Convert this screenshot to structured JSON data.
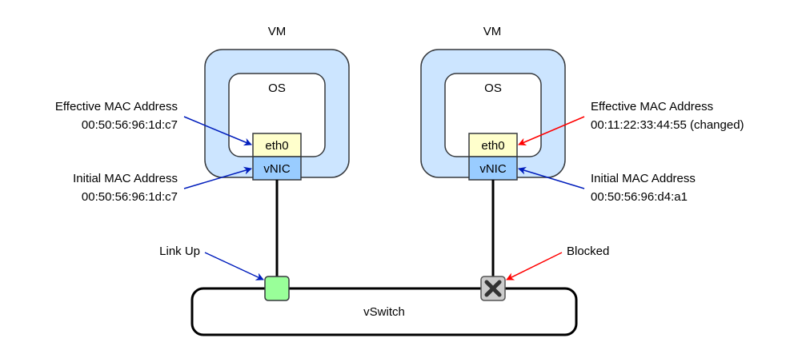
{
  "vms": [
    {
      "vm_label": "VM",
      "os_label": "OS",
      "eth_label": "eth0",
      "vnic_label": "vNIC",
      "effective_mac_title": "Effective MAC Address",
      "effective_mac_value": "00:50:56:96:1d:c7",
      "initial_mac_title": "Initial MAC Address",
      "initial_mac_value": "00:50:56:96:1d:c7"
    },
    {
      "vm_label": "VM",
      "os_label": "OS",
      "eth_label": "eth0",
      "vnic_label": "vNIC",
      "effective_mac_title": "Effective MAC Address",
      "effective_mac_value": "00:11:22:33:44:55 (changed)",
      "initial_mac_title": "Initial MAC Address",
      "initial_mac_value": "00:50:56:96:d4:a1"
    }
  ],
  "ports": {
    "link_up_label": "Link Up",
    "blocked_label": "Blocked"
  },
  "vswitch": {
    "label": "vSwitch"
  },
  "colors": {
    "vm_fill": "#cce5ff",
    "eth_fill": "#ffffcc",
    "vnic_fill": "#99ccff",
    "link_up_fill": "#99ff99",
    "blocked_fill": "#cccccc",
    "arrow_normal": "#001dbc",
    "arrow_changed": "#ff0000"
  }
}
